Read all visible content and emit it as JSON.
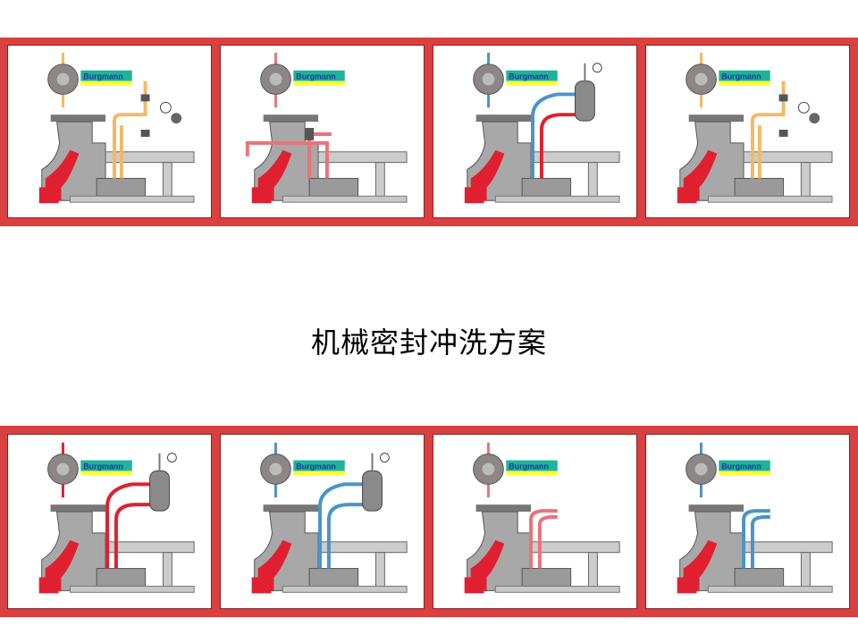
{
  "slide": {
    "title": "机械密封冲洗方案",
    "band_color": "#d9403f",
    "logo_text": "Burgmann",
    "logo_colors": {
      "teal": "#1fb39a",
      "yellow": "#ffff33",
      "text": "#1a3aa0"
    }
  },
  "panels_top": [
    {
      "pipe_color": "#f5b860",
      "second_color": "#f5b860",
      "style": "orange-dual"
    },
    {
      "pipe_color": "#e8737a",
      "second_color": "#e8737a",
      "style": "red-loop"
    },
    {
      "pipe_color": "#4a94c8",
      "second_color": "#e02030",
      "style": "blue-vessel"
    },
    {
      "pipe_color": "#f5b860",
      "second_color": "#f5b860",
      "style": "orange-filter"
    }
  ],
  "panels_bottom": [
    {
      "pipe_color": "#e02030",
      "second_color": "#e02030",
      "style": "red-cooler"
    },
    {
      "pipe_color": "#4a94c8",
      "second_color": "#4a94c8",
      "style": "blue-vessel"
    },
    {
      "pipe_color": "#e8737a",
      "second_color": "#e8737a",
      "style": "red-simple"
    },
    {
      "pipe_color": "#4a94c8",
      "second_color": "#4a94c8",
      "style": "blue-simple"
    }
  ]
}
